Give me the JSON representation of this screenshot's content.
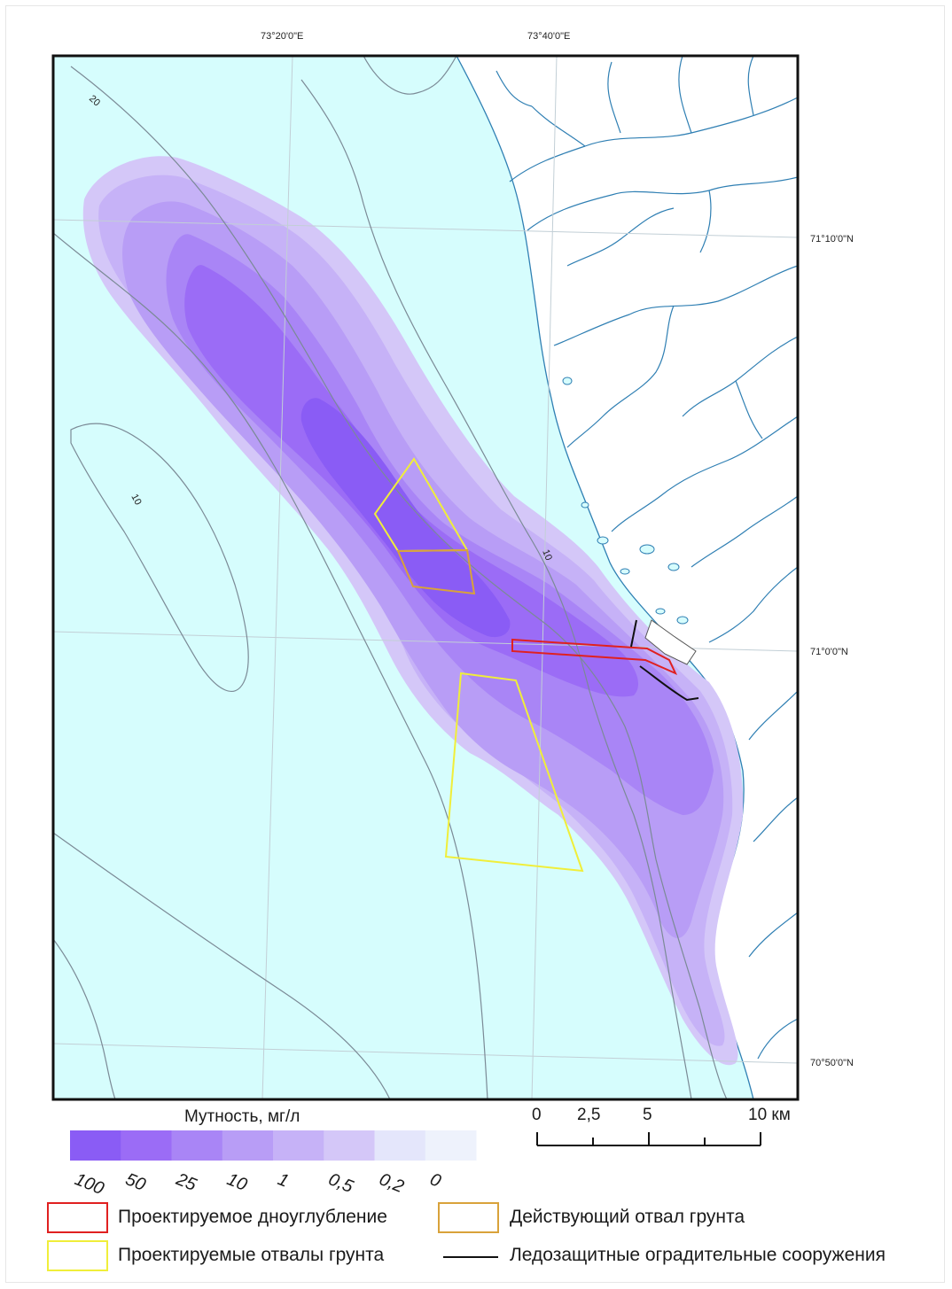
{
  "map": {
    "coord_labels": {
      "lon_1": "73°20'0\"E",
      "lon_2": "73°40'0\"E",
      "lat_1": "71°10'0\"N",
      "lat_2": "71°0'0\"N",
      "lat_3": "70°50'0\"N"
    },
    "isobath_labels": {
      "d20": "20",
      "d10_west": "10",
      "d10_east": "10"
    },
    "colors": {
      "water": "#d6fdfd",
      "land": "#ffffff",
      "rivers": "#2f7fb3",
      "isobaths": "#7b8a96",
      "grid": "#c2cfd6",
      "dredging": "#e02020",
      "proposed_dumps": "#f0ee3a",
      "active_dump": "#d9a23a",
      "ice_barrier": "#111111"
    }
  },
  "turbidity_scale": {
    "title": "Мутность, мг/л",
    "classes": [
      {
        "label": "100",
        "color": "#8a5cf5"
      },
      {
        "label": "50",
        "color": "#9b6cf6"
      },
      {
        "label": "25",
        "color": "#a985f6"
      },
      {
        "label": "10",
        "color": "#b89df6"
      },
      {
        "label": "1",
        "color": "#c6b2f7"
      },
      {
        "label": "0,5",
        "color": "#d4c7f8"
      },
      {
        "label": "0,2",
        "color": "#e4e6fb"
      },
      {
        "label": "0",
        "color": "#eef2fc"
      }
    ]
  },
  "scale_bar": {
    "ticks": [
      "0",
      "2,5",
      "5",
      "10 км"
    ]
  },
  "legend": {
    "dredging": "Проектируемое дноуглубление",
    "active_dump": "Действующий отвал грунта",
    "proposed_dumps": "Проектируемые отвалы грунта",
    "ice_barrier": "Ледозащитные оградительные сооружения"
  }
}
